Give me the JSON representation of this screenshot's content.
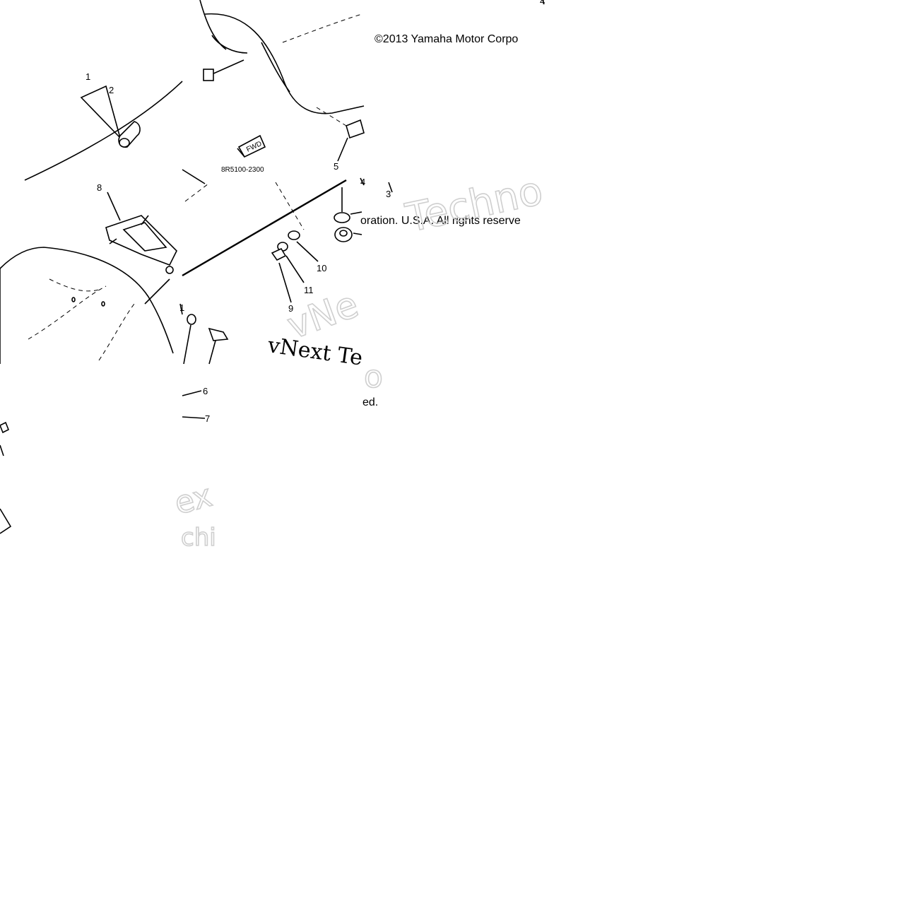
{
  "copyright": {
    "line1": "©2013 Yamaha Motor Corpo",
    "line2": "oration. U.S.A. All rights reserve",
    "line3": "ed."
  },
  "part_number": "8R5100-2300",
  "fwd_label": "FWD",
  "callouts": [
    "1",
    "2",
    "8",
    "5",
    "3",
    "10",
    "11",
    "9",
    "6",
    "7",
    "1",
    "4",
    "4"
  ],
  "watermark": {
    "serif_text": "vNext Te",
    "outline_1": "Techno",
    "outline_2": "vNe",
    "outline_3": "o",
    "outline_4": "ex",
    "outline_5": "chi"
  }
}
